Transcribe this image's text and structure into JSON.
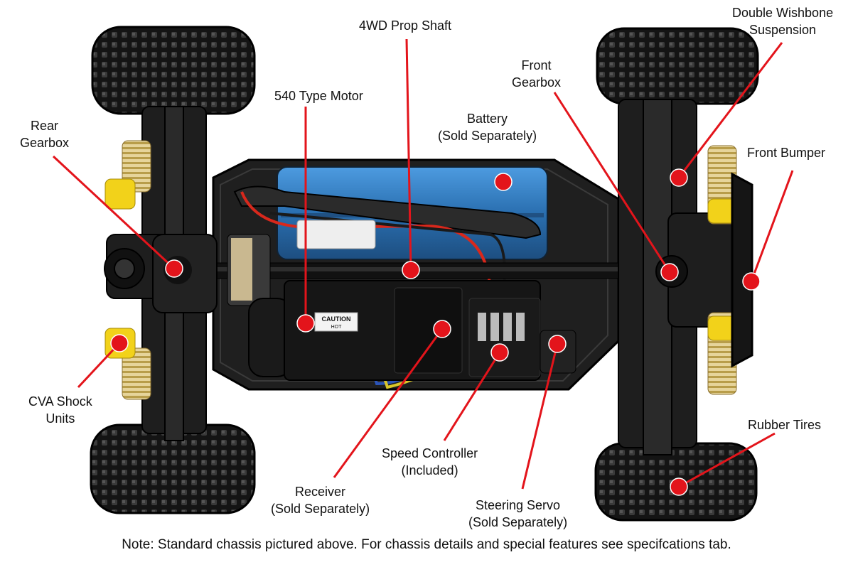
{
  "colors": {
    "accent_red": "#e3141b",
    "chassis": "#1c1c1c",
    "battery": "#2d7fc4",
    "shock_spring": "#d8c27a",
    "shock_cap": "#f2d21a"
  },
  "labels": {
    "double_wishbone": {
      "line1": "Double Wishbone",
      "line2": "Suspension"
    },
    "prop_shaft": {
      "line1": "4WD Prop Shaft"
    },
    "front_gearbox": {
      "line1": "Front",
      "line2": "Gearbox"
    },
    "motor": {
      "line1": "540 Type Motor"
    },
    "battery": {
      "line1": "Battery",
      "line2": "(Sold Separately)"
    },
    "rear_gearbox": {
      "line1": "Rear",
      "line2": "Gearbox"
    },
    "front_bumper": {
      "line1": "Front Bumper"
    },
    "cva_shock": {
      "line1": "CVA Shock",
      "line2": "Units"
    },
    "rubber_tires": {
      "line1": "Rubber Tires"
    },
    "speed_controller": {
      "line1": "Speed Controller",
      "line2": "(Included)"
    },
    "receiver": {
      "line1": "Receiver",
      "line2": "(Sold Separately)"
    },
    "steering_servo": {
      "line1": "Steering Servo",
      "line2": "(Sold Separately)"
    }
  },
  "sticker": {
    "caution": "CAUTION",
    "small": "HOT"
  },
  "note": "Note: Standard chassis pictured above. For chassis details and special features see specifcations tab."
}
